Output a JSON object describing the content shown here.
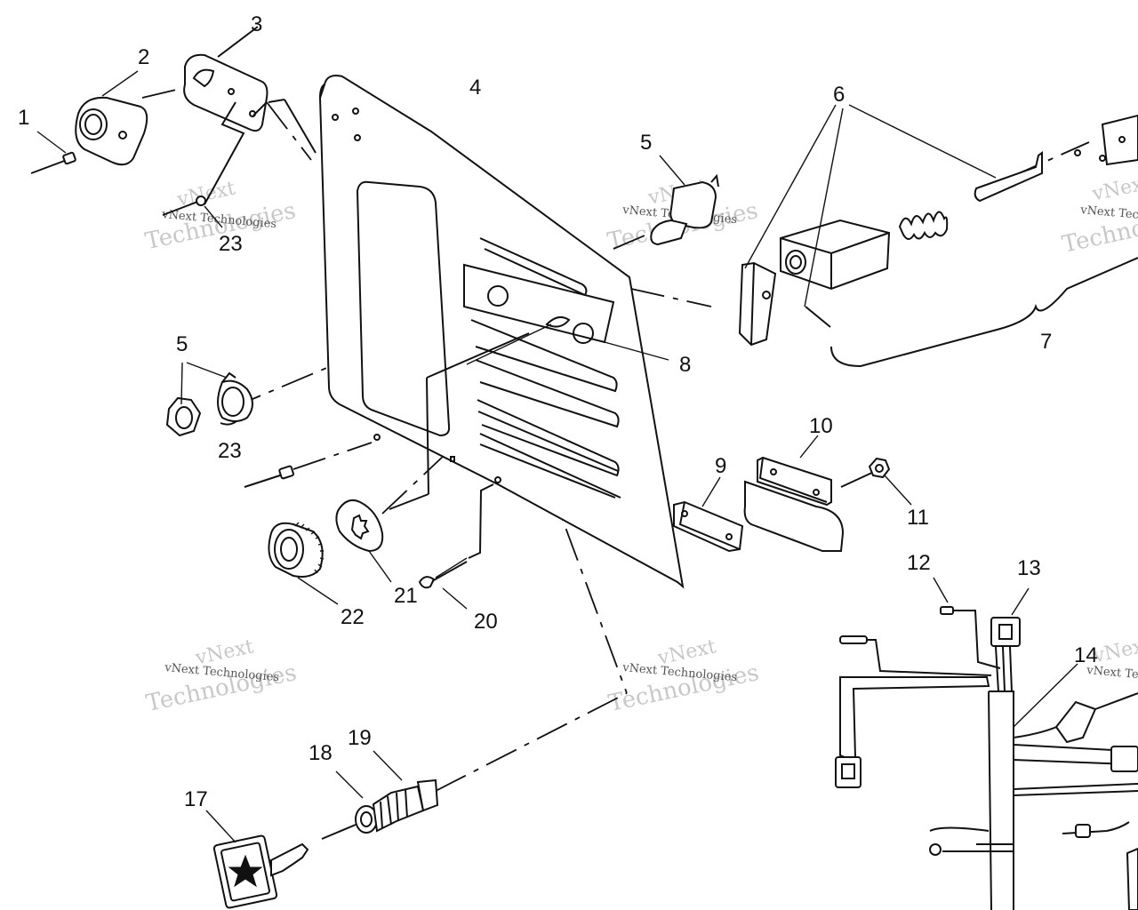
{
  "diagram": {
    "callouts": [
      "1",
      "2",
      "3",
      "4",
      "5",
      "5",
      "6",
      "7",
      "8",
      "9",
      "10",
      "11",
      "12",
      "13",
      "14",
      "17",
      "18",
      "19",
      "20",
      "21",
      "22",
      "23",
      "23"
    ],
    "watermark_line1": "vNext",
    "watermark_line2": "Technologies",
    "watermark_small": "vNext Technologies",
    "watermark_color": "#c8c8c8",
    "line_color": "#111111"
  }
}
